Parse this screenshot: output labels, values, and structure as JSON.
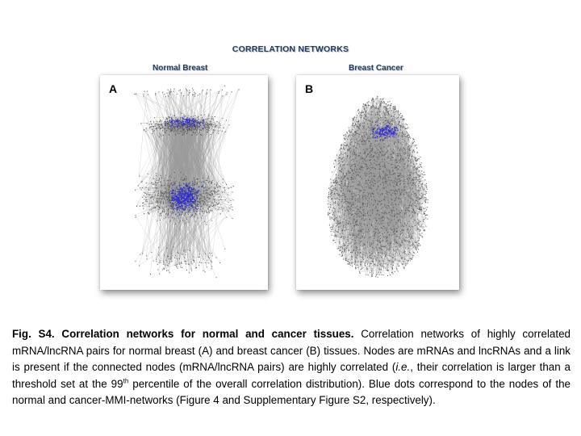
{
  "slide_title": "CORRELATION NETWORKS",
  "panels": [
    {
      "caption": "Normal Breast",
      "letter": "A"
    },
    {
      "caption": "Breast Cancer",
      "letter": "B"
    }
  ],
  "colors": {
    "title": "#1f3a5f",
    "edge": "#9a9a9a",
    "node": "#555555",
    "highlight_node": "#2a2ad8"
  },
  "figure_caption": {
    "lead": "Fig. S4. Correlation networks for normal and cancer tissues.",
    "part1": " Correlation networks of highly correlated mRNA/lncRNA pairs for normal breast  (A) and breast cancer (B)  tissues. Nodes are mRNAs and lncRNAs and a link is present if the connected nodes (mRNA/lncRNA pairs) are highly correlated (",
    "italic": "i.e.",
    "part2": ", their correlation is larger than a threshold set at the 99",
    "superscript": "th",
    "part3": " percentile of the overall correlation distribution). Blue dots correspond to the nodes of the normal and cancer-MMI-networks (Figure 4 and Supplementary Figure S2, respectively)."
  }
}
